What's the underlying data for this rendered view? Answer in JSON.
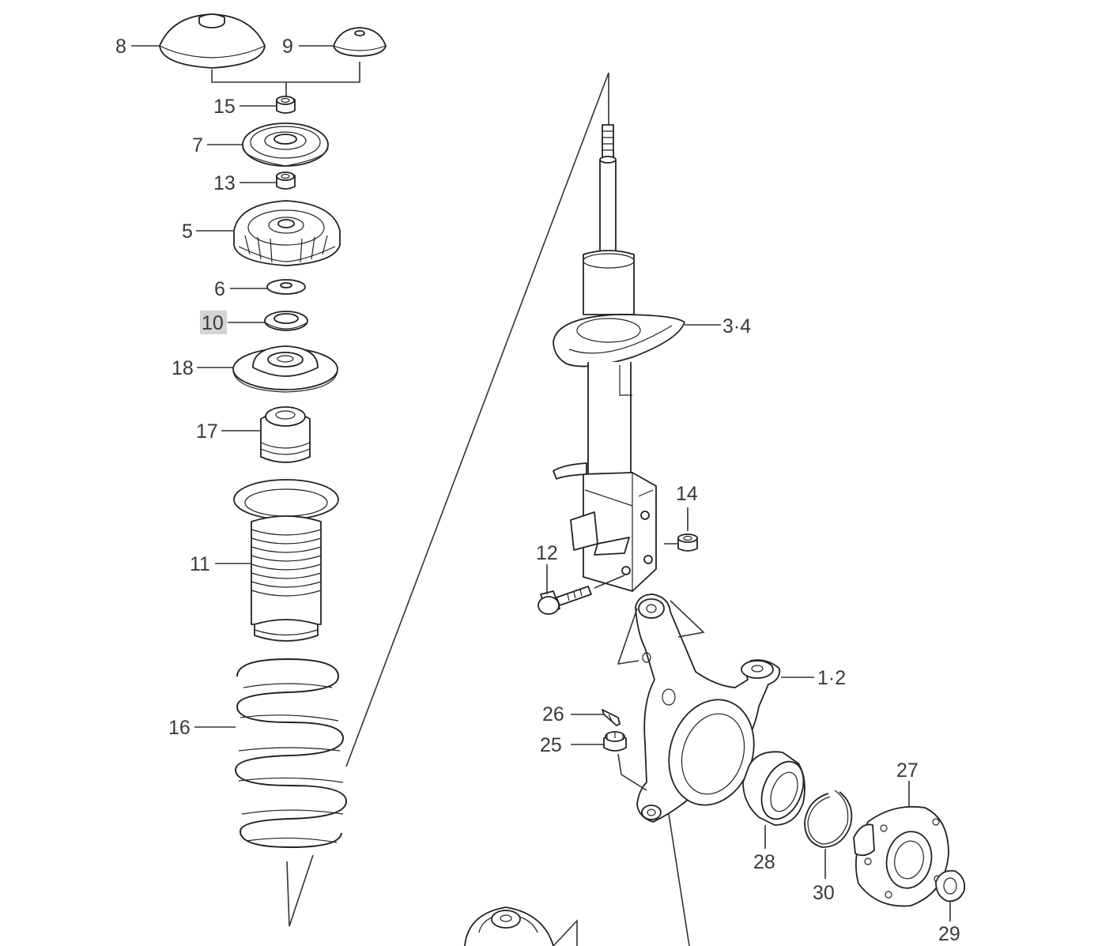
{
  "parts": [
    {
      "id": "p8",
      "label": "8"
    },
    {
      "id": "p9",
      "label": "9"
    },
    {
      "id": "p15",
      "label": "15"
    },
    {
      "id": "p7",
      "label": "7"
    },
    {
      "id": "p13",
      "label": "13"
    },
    {
      "id": "p5",
      "label": "5"
    },
    {
      "id": "p6",
      "label": "6"
    },
    {
      "id": "p10",
      "label": "10",
      "highlighted": true
    },
    {
      "id": "p18",
      "label": "18"
    },
    {
      "id": "p17",
      "label": "17"
    },
    {
      "id": "p11",
      "label": "11"
    },
    {
      "id": "p16",
      "label": "16"
    },
    {
      "id": "p34",
      "label": "3·4"
    },
    {
      "id": "p14",
      "label": "14"
    },
    {
      "id": "p12",
      "label": "12"
    },
    {
      "id": "p12n",
      "label": "1·2"
    },
    {
      "id": "p26",
      "label": "26"
    },
    {
      "id": "p25",
      "label": "25"
    },
    {
      "id": "p27",
      "label": "27"
    },
    {
      "id": "p28",
      "label": "28"
    },
    {
      "id": "p30",
      "label": "30"
    },
    {
      "id": "p29",
      "label": "29"
    }
  ],
  "colors": {
    "line": "#222222",
    "label": "#3a3a3a",
    "highlight": "#d4d4d4",
    "background": "#ffffff"
  }
}
